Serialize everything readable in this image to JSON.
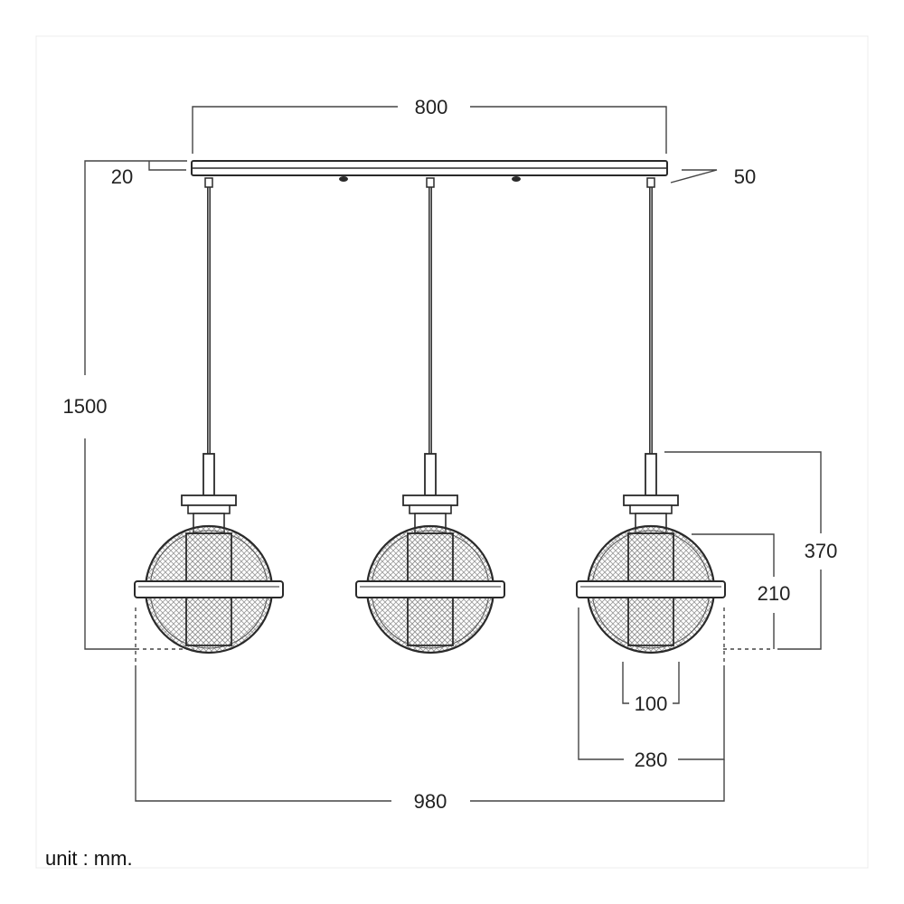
{
  "dimensions": {
    "canopy_width": "800",
    "canopy_thickness": "20",
    "canopy_depth": "50",
    "overall_height": "1500",
    "pendant_height": "370",
    "globe_height": "210",
    "cylinder_width": "100",
    "globe_diameter": "280",
    "overall_width": "980"
  },
  "unit_note": "unit : mm.",
  "colors": {
    "line": "#2a2a2a",
    "mesh": "#9a9a9a",
    "dimension": "#444444"
  }
}
